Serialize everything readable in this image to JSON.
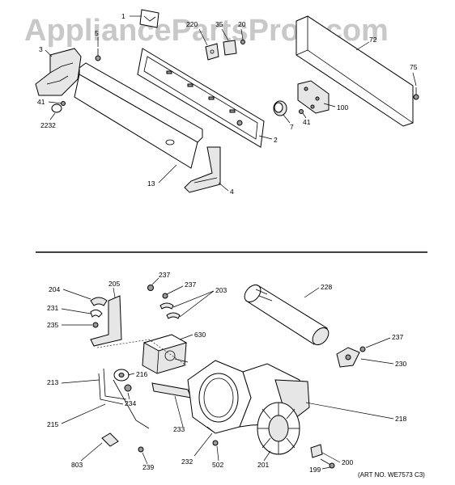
{
  "watermark": "AppliancePartsPros.com",
  "art_number": "(ART NO. WE7573 C3)",
  "callouts": {
    "c1": "1",
    "c220": "220",
    "c35": "35",
    "c20x": "20",
    "c72": "72",
    "c3": "3",
    "c5": "5",
    "c75": "75",
    "c41a": "41",
    "c2232": "2232",
    "c100": "100",
    "c41b": "41",
    "c7": "7",
    "c2": "2",
    "c13": "13",
    "c4": "4",
    "c204": "204",
    "c205": "205",
    "c237a": "237",
    "c237b": "237",
    "c203": "203",
    "c228": "228",
    "c231": "231",
    "c235": "235",
    "c630": "630",
    "c237c": "237",
    "c230": "230",
    "c213": "213",
    "c216": "216",
    "c234": "234",
    "c215": "215",
    "c233": "233",
    "c218": "218",
    "c803": "803",
    "c239": "239",
    "c232": "232",
    "c502": "502",
    "c201": "201",
    "c199": "199",
    "c200": "200"
  }
}
